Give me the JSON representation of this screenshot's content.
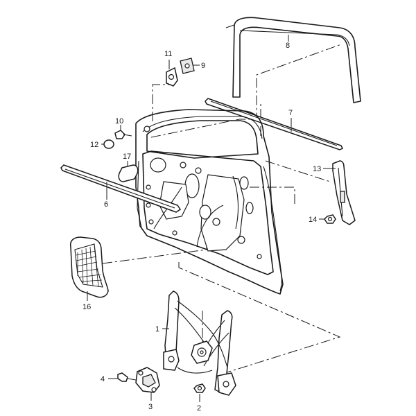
{
  "diagram": {
    "type": "exploded-parts-diagram",
    "subject": "front door assembly",
    "colors": {
      "line": "#1a1a1a",
      "background": "#ffffff"
    },
    "callouts": [
      {
        "id": "c1",
        "label": "1"
      },
      {
        "id": "c2",
        "label": "2"
      },
      {
        "id": "c3",
        "label": "3"
      },
      {
        "id": "c4",
        "label": "4"
      },
      {
        "id": "c6",
        "label": "6"
      },
      {
        "id": "c7",
        "label": "7"
      },
      {
        "id": "c8",
        "label": "8"
      },
      {
        "id": "c9",
        "label": "9"
      },
      {
        "id": "c10",
        "label": "10"
      },
      {
        "id": "c11",
        "label": "11"
      },
      {
        "id": "c12",
        "label": "12"
      },
      {
        "id": "c13",
        "label": "13"
      },
      {
        "id": "c14",
        "label": "14"
      },
      {
        "id": "c16",
        "label": "16"
      },
      {
        "id": "c17",
        "label": "17"
      }
    ]
  }
}
